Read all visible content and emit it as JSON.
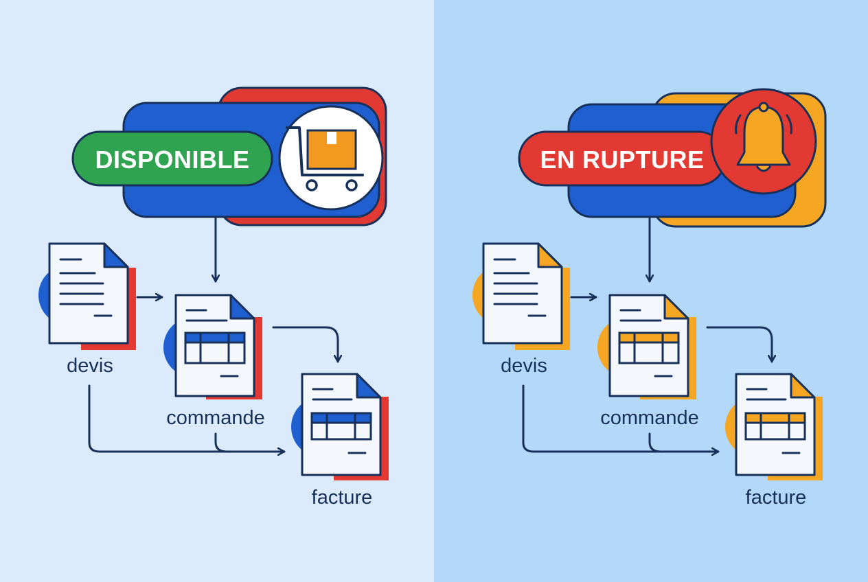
{
  "panels": [
    {
      "status_label": "DISPONIBLE",
      "status_icon": "shopping-cart-icon",
      "colors": {
        "background": "#dcebfb",
        "badge": "#2fa34f",
        "accent_primary": "#1f5fd0",
        "accent_secondary": "#e23a32",
        "icon_fill": "#f29a1f"
      },
      "documents": {
        "quote": "devis",
        "order": "commande",
        "invoice": "facture"
      }
    },
    {
      "status_label": "EN RUPTURE",
      "status_icon": "bell-icon",
      "colors": {
        "background": "#b4d8f8",
        "badge": "#e23a32",
        "accent_primary": "#1f5fd0",
        "accent_secondary": "#f5a623",
        "icon_fill": "#f5a623"
      },
      "documents": {
        "quote": "devis",
        "order": "commande",
        "invoice": "facture"
      }
    }
  ]
}
